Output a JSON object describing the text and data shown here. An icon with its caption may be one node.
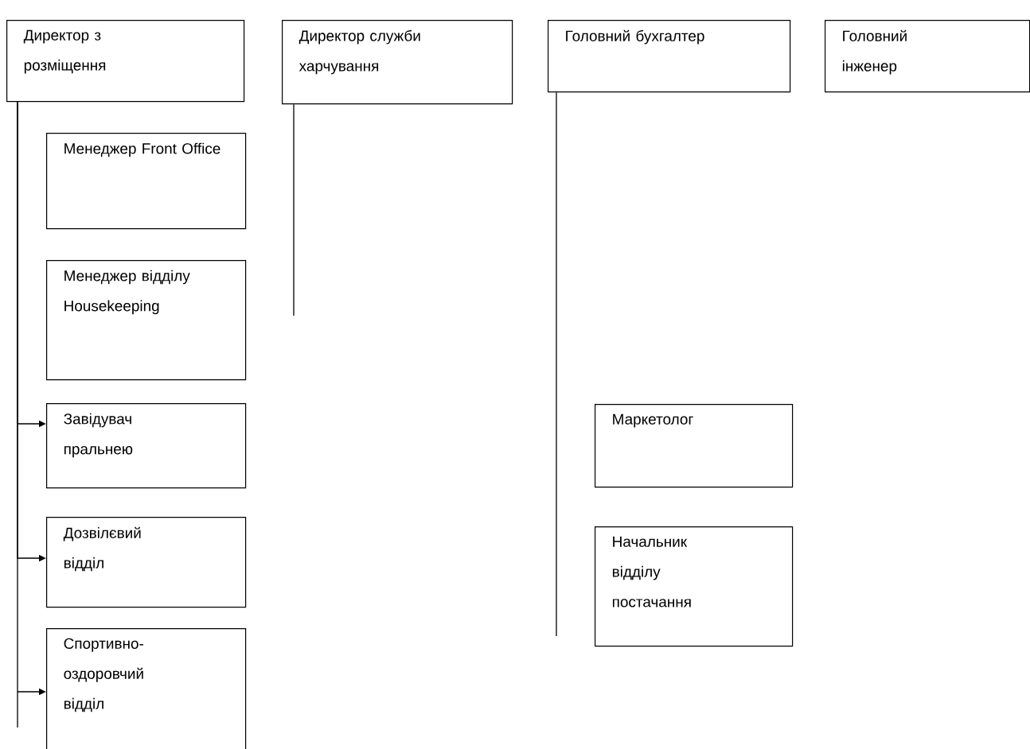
{
  "diagram": {
    "nodes": [
      {
        "text": [
          "Директор з розміщення"
        ]
      },
      {
        "text": [
          "Директор служби харчування"
        ]
      },
      {
        "text": [
          "Головний бухгалтер"
        ]
      },
      {
        "text": [
          "Головний інженер"
        ]
      },
      {
        "text": [
          "Менеджер Front Office"
        ]
      },
      {
        "text": [
          "Менеджер відділу Housekeeping"
        ]
      },
      {
        "text": [
          "Завідувач пральнею"
        ]
      },
      {
        "text": [
          "Дозвілєвий відділ"
        ]
      },
      {
        "text": [
          "Спортивно-оздоровчий відділ"
        ]
      },
      {
        "text": [
          "Маркетолог"
        ]
      },
      {
        "text": [
          "Начальник відділу постачання"
        ]
      }
    ],
    "edges": [
      {
        "from": 0,
        "to": 6,
        "arrow": "to"
      },
      {
        "from": 0,
        "to": 7,
        "arrow": "to"
      },
      {
        "from": 0,
        "to": 8,
        "arrow": "to"
      },
      {
        "from": 1,
        "to": null,
        "arrow": "none"
      },
      {
        "from": 2,
        "to": null,
        "arrow": "none"
      }
    ]
  }
}
